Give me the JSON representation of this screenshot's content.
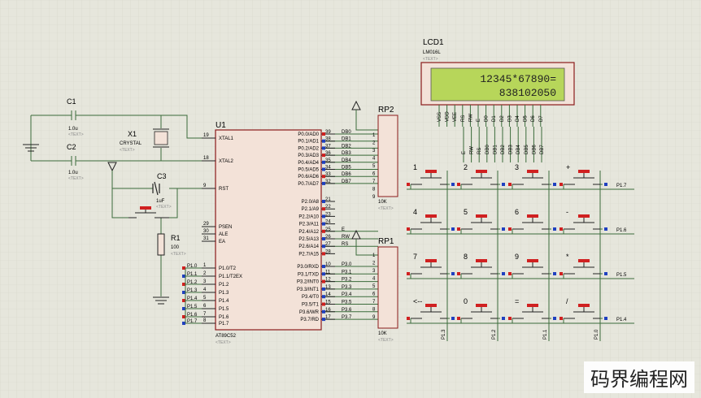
{
  "colors": {
    "background": "#e6e6dc",
    "grid": "#d5d5ca",
    "chip_fill": "#f3e2d8",
    "chip_border": "#8b1a1a",
    "wire": "#3a6b3a",
    "lcd_fill": "#b7d65a",
    "pin_red": "#d02020",
    "pin_blue": "#2040c0"
  },
  "lcd": {
    "name": "LCD1",
    "model": "LM016L",
    "text_tag": "<TEXT>",
    "line1": "12345*67890=",
    "line2": "838102050",
    "pins": [
      "VSS",
      "VDD",
      "VEE",
      "RS",
      "RW",
      "E",
      "D0",
      "D1",
      "D2",
      "D3",
      "D4",
      "D5",
      "D6",
      "D7"
    ]
  },
  "mcu": {
    "name": "U1",
    "part": "AT89C52",
    "text_tag": "<TEXT>",
    "left_pins": [
      {
        "num": "19",
        "label": "XTAL1"
      },
      {
        "num": "18",
        "label": "XTAL2"
      },
      {
        "num": "9",
        "label": "RST"
      },
      {
        "num": "29",
        "label": "PSEN"
      },
      {
        "num": "30",
        "label": "ALE"
      },
      {
        "num": "31",
        "label": "EA"
      },
      {
        "num": "1",
        "label": "P1.0/T2"
      },
      {
        "num": "2",
        "label": "P1.1/T2EX"
      },
      {
        "num": "3",
        "label": "P1.2"
      },
      {
        "num": "4",
        "label": "P1.3"
      },
      {
        "num": "5",
        "label": "P1.4"
      },
      {
        "num": "6",
        "label": "P1.5"
      },
      {
        "num": "7",
        "label": "P1.6"
      },
      {
        "num": "8",
        "label": "P1.7"
      }
    ],
    "right_pins": [
      {
        "num": "39",
        "label": "P0.0/AD0",
        "net": "DB0"
      },
      {
        "num": "38",
        "label": "P0.1/AD1",
        "net": "DB1"
      },
      {
        "num": "37",
        "label": "P0.2/AD2",
        "net": "DB2"
      },
      {
        "num": "36",
        "label": "P0.3/AD3",
        "net": "DB3"
      },
      {
        "num": "35",
        "label": "P0.4/AD4",
        "net": "DB4"
      },
      {
        "num": "34",
        "label": "P0.5/AD5",
        "net": "DB5"
      },
      {
        "num": "33",
        "label": "P0.6/AD6",
        "net": "DB6"
      },
      {
        "num": "32",
        "label": "P0.7/AD7",
        "net": "DB7"
      },
      {
        "num": "21",
        "label": "P2.0/A8",
        "net": ""
      },
      {
        "num": "22",
        "label": "P2.1/A9",
        "net": ""
      },
      {
        "num": "23",
        "label": "P2.2/A10",
        "net": ""
      },
      {
        "num": "24",
        "label": "P2.3/A11",
        "net": ""
      },
      {
        "num": "25",
        "label": "P2.4/A12",
        "net": "E"
      },
      {
        "num": "26",
        "label": "P2.5/A13",
        "net": "RW"
      },
      {
        "num": "27",
        "label": "P2.6/A14",
        "net": "RS"
      },
      {
        "num": "28",
        "label": "P2.7/A15",
        "net": ""
      },
      {
        "num": "10",
        "label": "P3.0/RXD",
        "net": "P3.0"
      },
      {
        "num": "11",
        "label": "P3.1/TXD",
        "net": "P3.1"
      },
      {
        "num": "12",
        "label": "P3.2/INT0",
        "net": "P3.2"
      },
      {
        "num": "13",
        "label": "P3.3/INT1",
        "net": "P3.3"
      },
      {
        "num": "14",
        "label": "P3.4/T0",
        "net": "P3.4"
      },
      {
        "num": "15",
        "label": "P3.5/T1",
        "net": "P3.5"
      },
      {
        "num": "16",
        "label": "P3.6/WR",
        "net": "P3.6"
      },
      {
        "num": "17",
        "label": "P3.7/RD",
        "net": "P3.7"
      }
    ],
    "p1_nets": [
      "P1.0",
      "P1.1",
      "P1.2",
      "P1.3",
      "P1.4",
      "P1.5",
      "P1.6",
      "P1.7"
    ]
  },
  "components": {
    "c1": {
      "name": "C1",
      "value": "1.0u",
      "tag": "<TEXT>"
    },
    "c2": {
      "name": "C2",
      "value": "1.0u",
      "tag": "<TEXT>"
    },
    "x1": {
      "name": "X1",
      "value": "CRYSTAL",
      "tag": "<TEXT>"
    },
    "c3": {
      "name": "C3",
      "value": "1uF",
      "tag": "<TEXT>"
    },
    "r1": {
      "name": "R1",
      "value": "100",
      "tag": "<TEXT>"
    },
    "rp1": {
      "name": "RP1",
      "value": "10K",
      "tag": "<TEXT>",
      "pins": [
        "1",
        "2",
        "3",
        "4",
        "5",
        "6",
        "7",
        "8",
        "9"
      ]
    },
    "rp2": {
      "name": "RP2",
      "value": "10K",
      "tag": "<TEXT>",
      "pins": [
        "1",
        "2",
        "3",
        "4",
        "5",
        "6",
        "7",
        "8",
        "9"
      ]
    }
  },
  "lcd_bus_labels": [
    "E",
    "RW",
    "RS",
    "DB0",
    "DB1",
    "DB2",
    "DB3",
    "DB4",
    "DB5",
    "DB6",
    "DB7"
  ],
  "keypad": {
    "keys": [
      "1",
      "2",
      "3",
      "+",
      "4",
      "5",
      "6",
      "-",
      "7",
      "8",
      "9",
      "*",
      "<--",
      "0",
      "=",
      "/"
    ],
    "row_nets": [
      "P1.7",
      "P1.6",
      "P1.5",
      "P1.4"
    ],
    "col_nets": [
      "P1.3",
      "P1.2",
      "P1.1",
      "P1.0"
    ]
  },
  "watermark": "码界编程网"
}
